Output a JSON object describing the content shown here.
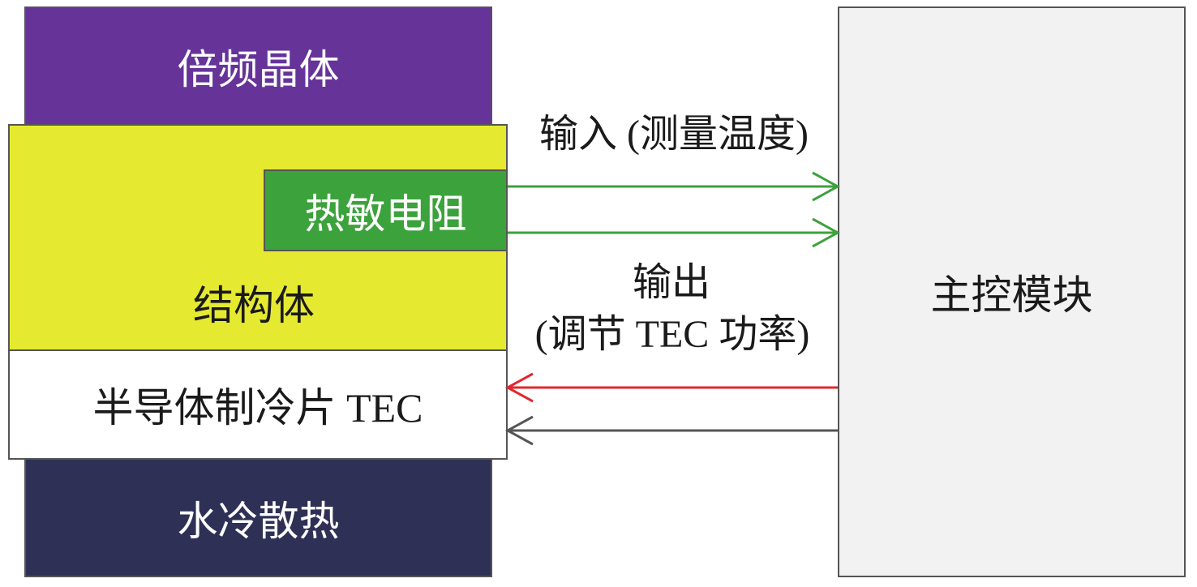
{
  "blocks": {
    "crystal": "倍频晶体",
    "structure": "结构体",
    "thermistor": "热敏电阻",
    "tec": "半导体制冷片 TEC",
    "cooling": "水冷散热",
    "controller": "主控模块"
  },
  "labels": {
    "input": "输入 (测量温度)",
    "output_line1": "输出",
    "output_line2": "(调节 TEC 功率)"
  },
  "colors": {
    "crystal": "#663399",
    "structure": "#e5ea30",
    "thermistor": "#3ca23c",
    "cooling": "#2e3055",
    "controller": "#f2f2f2",
    "input_arrow": "#3ca23c",
    "output_arrow_red": "#e0282d",
    "output_arrow_gray": "#555555"
  }
}
